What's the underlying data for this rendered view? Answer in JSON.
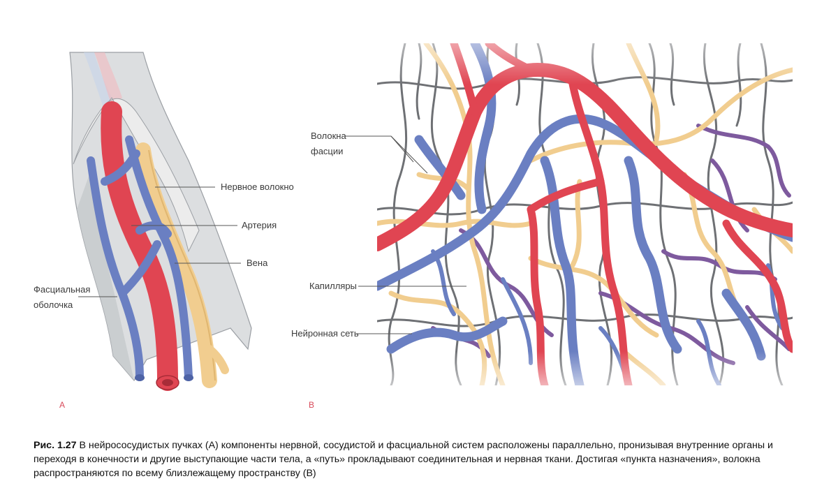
{
  "panel_a": {
    "letter": "A",
    "labels": {
      "nerve": "Нервное волокно",
      "artery": "Артерия",
      "vein": "Вена",
      "fascia_line1": "Фасциальная",
      "fascia_line2": "оболочка"
    }
  },
  "panel_b": {
    "letter": "B",
    "labels": {
      "fascia_fibers_line1": "Волокна",
      "fascia_fibers_line2": "фасции",
      "capillaries": "Капилляры",
      "neuron_net": "Нейронная сеть"
    }
  },
  "caption": {
    "figure_number": "Рис. 1.27",
    "text": "В нейрососудистых пучках (А) компоненты нервной, сосудистой и фасциальной систем расположены параллельно, пронизывая внутренние органы и переходя в конечности и другие выступающие части тела, а «путь» прокладывают соединительная и нервная ткани. Достигая «пункта назначения», волокна распространяются по всему близлежащему пространству (B)"
  },
  "colors": {
    "artery": "#e04552",
    "vein": "#6a7fc2",
    "nerve": "#f1cd8f",
    "fascia": "#d4d6d8",
    "fiber": "#55585c",
    "capillary_violet": "#7e5a9e",
    "label_line": "#555555"
  }
}
